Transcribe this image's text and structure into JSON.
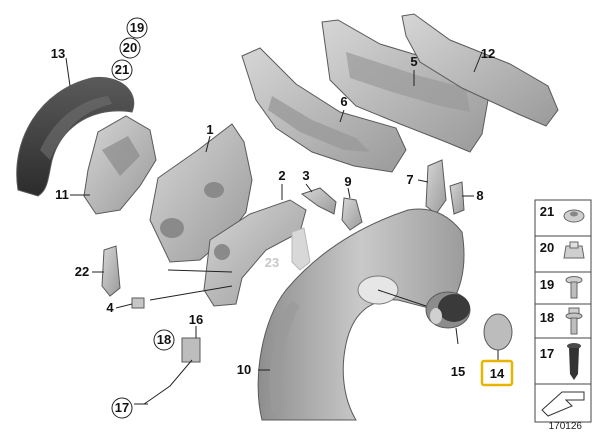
{
  "labels": {
    "p1": "1",
    "p2": "2",
    "p3": "3",
    "p4": "4",
    "p5": "5",
    "p6": "6",
    "p7": "7",
    "p8": "8",
    "p9": "9",
    "p10": "10",
    "p11": "11",
    "p12": "12",
    "p13": "13",
    "p14": "14",
    "p15": "15",
    "p16": "16",
    "p17": "17",
    "p18": "18",
    "p19": "19",
    "p20": "20",
    "p21": "21",
    "p22": "22",
    "p23": "23"
  },
  "sidebar": {
    "items": [
      {
        "label": "21",
        "icon": "flat-clip-icon"
      },
      {
        "label": "20",
        "icon": "expanding-nut-icon"
      },
      {
        "label": "19",
        "icon": "collar-screw-icon"
      },
      {
        "label": "18",
        "icon": "flange-screw-icon"
      },
      {
        "label": "17",
        "icon": "push-rivet-icon"
      }
    ]
  },
  "catalog_number": "170126",
  "colors": {
    "part_fill": "#b9b9b9",
    "part_dark": "#8c8c8c",
    "highlight": "#e8b400",
    "grey_label": "#c8c8c8"
  }
}
